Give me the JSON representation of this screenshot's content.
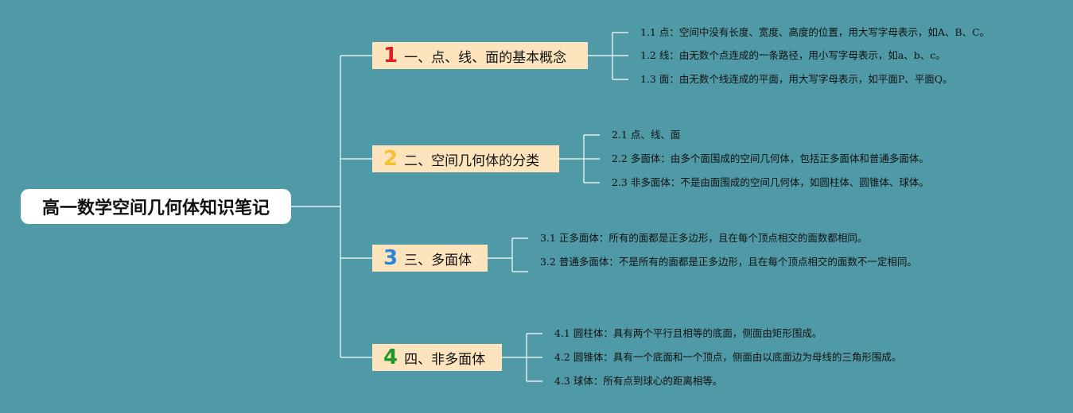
{
  "root": {
    "title": "高一数学空间几何体知识笔记"
  },
  "colors": {
    "background": "#4f9aa6",
    "line": "#ffffff",
    "branch_fill": "#fde4bd",
    "num_1": "#e02020",
    "num_2": "#f2c230",
    "num_3": "#2a86d8",
    "num_4": "#1f9a2a"
  },
  "branches": [
    {
      "number": "1",
      "label": "一、点、线、面的基本概念",
      "leaves": [
        "1.1 点：空间中没有长度、宽度、高度的位置，用大写字母表示，如A、B、C。",
        "1.2 线：由无数个点连成的一条路径，用小写字母表示，如a、b、c。",
        "1.3 面：由无数个线连成的平面，用大写字母表示，如平面P、平面Q。"
      ]
    },
    {
      "number": "2",
      "label": "二、空间几何体的分类",
      "leaves": [
        "2.1 点、线、面",
        "2.2 多面体：由多个面围成的空间几何体，包括正多面体和普通多面体。",
        "2.3 非多面体：不是由面围成的空间几何体，如圆柱体、圆锥体、球体。"
      ]
    },
    {
      "number": "3",
      "label": "三、多面体",
      "leaves": [
        "3.1 正多面体：所有的面都是正多边形，且在每个顶点相交的面数都相同。",
        "3.2 普通多面体：不是所有的面都是正多边形，且在每个顶点相交的面数不一定相同。"
      ]
    },
    {
      "number": "4",
      "label": "四、非多面体",
      "leaves": [
        "4.1 圆柱体：具有两个平行且相等的底面，侧面由矩形围成。",
        "4.2 圆锥体：具有一个底面和一个顶点，侧面由以底面边为母线的三角形围成。",
        "4.3 球体：所有点到球心的距离相等。"
      ]
    }
  ]
}
